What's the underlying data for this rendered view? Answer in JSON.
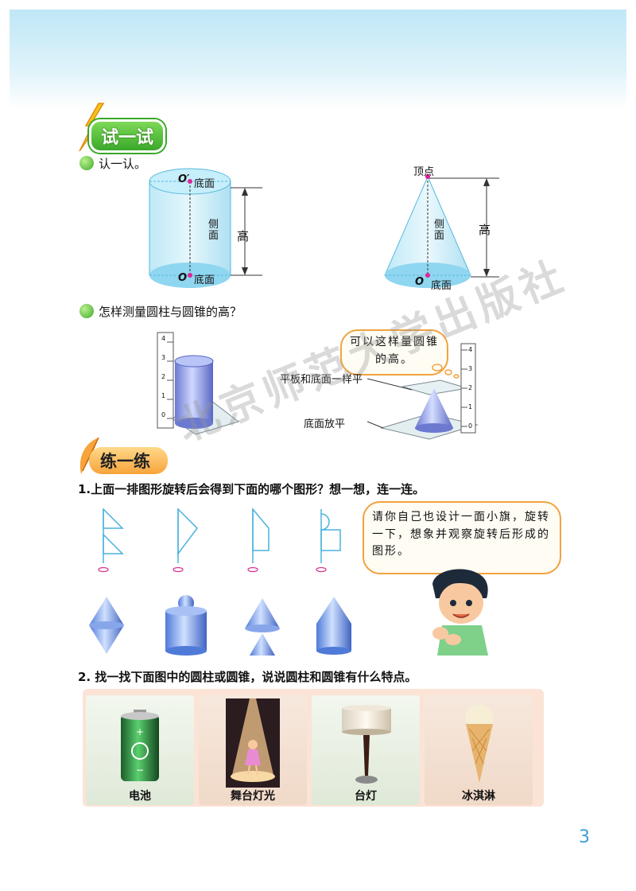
{
  "section1": {
    "title": "试一试",
    "sub1": "认一认。",
    "sub2": "怎样测量圆柱与圆锥的高？"
  },
  "cylinder": {
    "top_center": "O′",
    "top_label": "底面",
    "side_label": "侧面",
    "height_label": "高",
    "bottom_center": "O",
    "bottom_label": "底面"
  },
  "cone": {
    "apex_label": "顶点",
    "side_label": "侧面",
    "height_label": "高",
    "bottom_center": "O",
    "bottom_label": "底面"
  },
  "measure": {
    "bubble": "可以这样量圆锥的高。",
    "label_plate": "平板和底面一样平",
    "label_base": "底面放平",
    "ruler_ticks": [
      "0",
      "1",
      "2",
      "3",
      "4"
    ]
  },
  "section2": {
    "title": "练一练",
    "q1": "1.上面一排图形旋转后会得到下面的哪个图形？想一想，连一连。",
    "bubble": "请你自己也设计一面小旗，旋转一下，想象并观察旋转后形成的图形。",
    "q2": "2. 找一找下面图中的圆柱或圆锥，说说圆柱和圆锥有什么特点。",
    "cards": [
      "电池",
      "舞台灯光",
      "台灯",
      "冰淇淋"
    ]
  },
  "watermark": "北京师范大学出版社",
  "page_number": "3",
  "colors": {
    "accent_blue": "#3aa0d8",
    "green": "#3aa82a",
    "orange": "#f7a43b"
  }
}
